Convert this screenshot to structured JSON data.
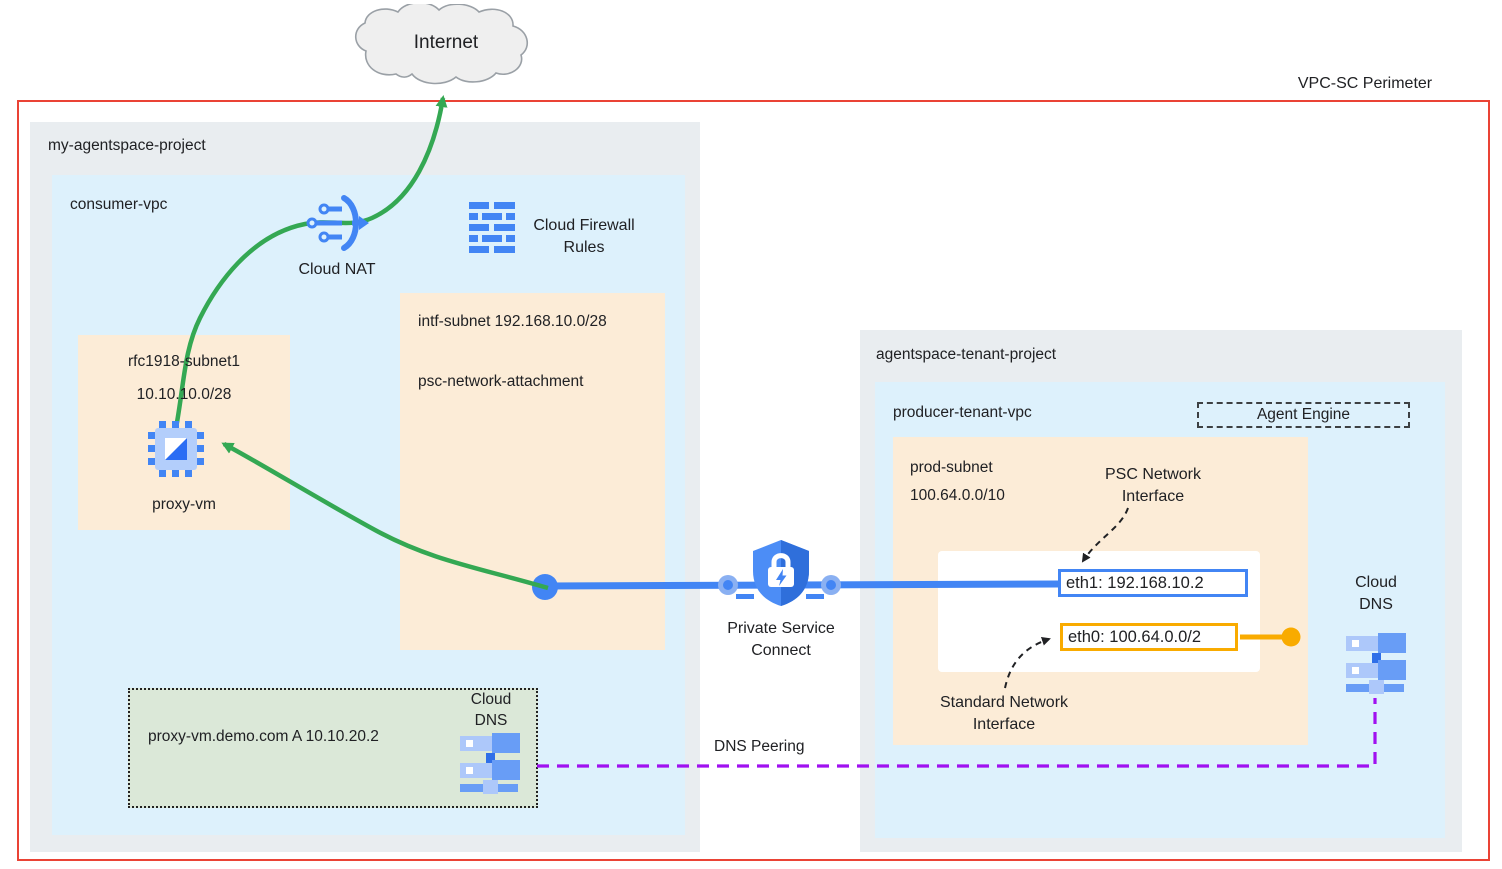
{
  "perimeter": {
    "label": "VPC-SC Perimeter"
  },
  "internet": {
    "label": "Internet"
  },
  "dns_peering_label": "DNS Peering",
  "psc": {
    "line1": "Private Service",
    "line2": "Connect"
  },
  "consumer_project": {
    "title": "my-agentspace-project",
    "vpc_title": "consumer-vpc",
    "cloud_nat_label": "Cloud NAT",
    "firewall_line1": "Cloud Firewall",
    "firewall_line2": "Rules",
    "rfc_subnet_name": "rfc1918-subnet1",
    "rfc_subnet_cidr": "10.10.10.0/28",
    "proxy_vm_label": "proxy-vm",
    "intf_subnet_label": "intf-subnet 192.168.10.0/28",
    "psc_attachment_label": "psc-network-attachment",
    "dns_record": "proxy-vm.demo.com  A 10.10.20.2",
    "dns_line1": "Cloud",
    "dns_line2": "DNS"
  },
  "tenant_project": {
    "title": "agentspace-tenant-project",
    "vpc_title": "producer-tenant-vpc",
    "agent_engine_label": "Agent Engine",
    "prod_subnet_name": "prod-subnet",
    "prod_subnet_cidr": "100.64.0.0/10",
    "psc_intf_line1": "PSC Network",
    "psc_intf_line2": "Interface",
    "eth1_label": "eth1: 192.168.10.2",
    "eth0_label": "eth0: 100.64.0.0/2",
    "std_intf_line1": "Standard Network",
    "std_intf_line2": "Interface",
    "dns_line1": "Cloud",
    "dns_line2": "DNS"
  },
  "icons": {
    "internet": "internet-cloud-icon",
    "cloud_nat": "cloud-nat-icon",
    "firewall": "firewall-rules-icon",
    "proxy_vm": "compute-vm-icon",
    "cloud_dns": "cloud-dns-icon",
    "psc": "private-service-connect-shield-icon"
  },
  "colors": {
    "perimeter_red": "#ea4335",
    "flow_green": "#34a853",
    "psc_blue": "#4285f4",
    "peering_purple": "#a011f0",
    "eth0_orange": "#f9ab00",
    "project_gray": "#e9edf0",
    "vpc_blue": "#ddf1fc",
    "subnet_orange": "#fcecd7",
    "dns_zone_green": "#dbe8d8"
  }
}
